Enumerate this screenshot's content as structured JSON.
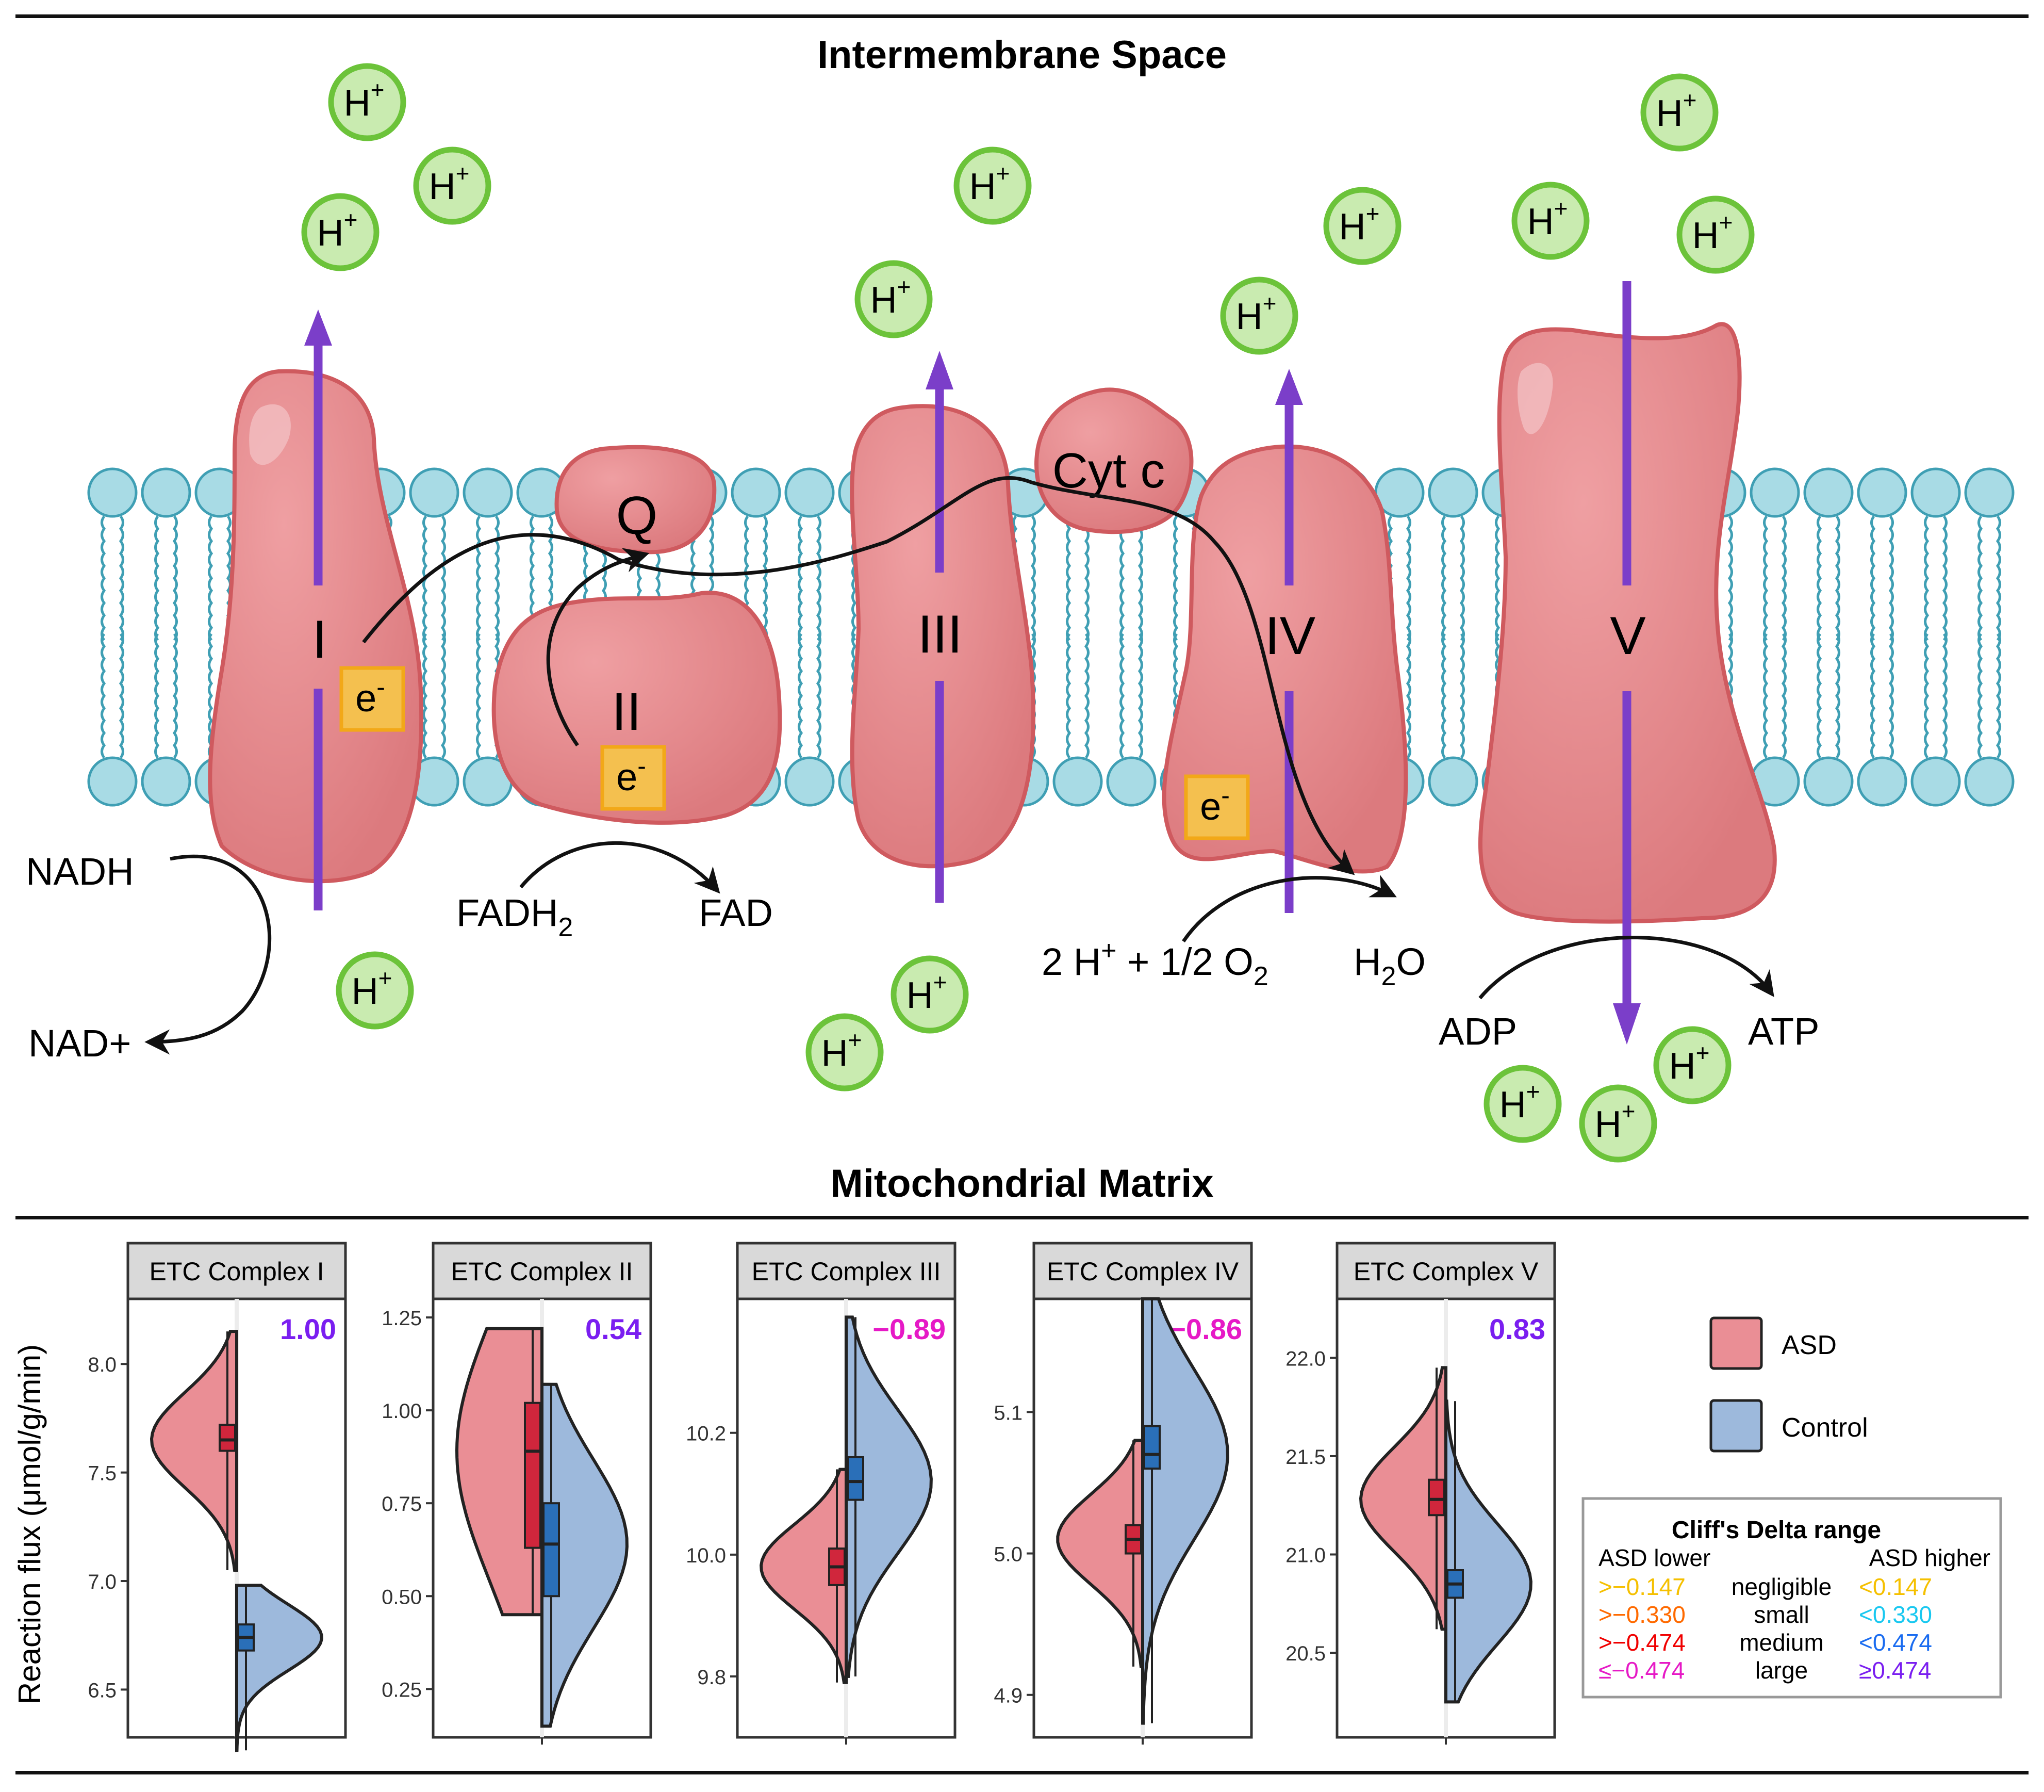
{
  "diagram": {
    "top_title": "Intermembrane Space",
    "bottom_title": "Mitochondrial Matrix",
    "proton_label": {
      "base": "H",
      "sup": "+"
    },
    "electron_label": {
      "base": "e",
      "sup": "-"
    },
    "complexes": [
      {
        "id": "I",
        "label": "I"
      },
      {
        "id": "II",
        "label": "II"
      },
      {
        "id": "III",
        "label": "III"
      },
      {
        "id": "IV",
        "label": "IV"
      },
      {
        "id": "V",
        "label": "V"
      }
    ],
    "q_label": "Q",
    "cytc_label": "Cyt c",
    "reactions": {
      "nadh": "NADH",
      "nad": "NAD+",
      "fadh2": {
        "base": "FADH",
        "sub": "2"
      },
      "fad": "FAD",
      "oxygen": {
        "p1": "2 H",
        "sup": "+",
        "p2": " + 1/2 O",
        "sub": "2"
      },
      "water": {
        "p1": "H",
        "sub": "2",
        "p2": "O"
      },
      "adp": "ADP",
      "atp": "ATP"
    },
    "colors": {
      "protein": "#e08a8d",
      "protein_stroke": "#cf5a5f",
      "lipid_head": "#a8dbe5",
      "lipid_stroke": "#3f9fb4",
      "proton_fill": "#c9ebb0",
      "proton_stroke": "#6cc33a",
      "arrow": "#7b3ec9",
      "electron_fill": "#f4c04f",
      "electron_stroke": "#f2a818"
    }
  },
  "chart_data": [
    {
      "type": "violin",
      "panel": "ETC Complex I",
      "delta": "1.00",
      "delta_color": "#7a1ef0",
      "yticks": [
        "6.5",
        "7.0",
        "7.5",
        "8.0"
      ],
      "ylim": [
        6.28,
        8.3
      ],
      "series": [
        {
          "name": "ASD",
          "median": 7.65,
          "q1": 7.6,
          "q3": 7.72,
          "min": 7.05,
          "max": 8.15
        },
        {
          "name": "Control",
          "median": 6.74,
          "q1": 6.68,
          "q3": 6.8,
          "min": 6.22,
          "max": 6.98
        }
      ]
    },
    {
      "type": "violin",
      "panel": "ETC Complex II",
      "delta": "0.54",
      "delta_color": "#7a1ef0",
      "yticks": [
        "0.25",
        "0.50",
        "0.75",
        "1.00",
        "1.25"
      ],
      "ylim": [
        0.12,
        1.3
      ],
      "series": [
        {
          "name": "ASD",
          "median": 0.89,
          "q1": 0.63,
          "q3": 1.02,
          "min": 0.45,
          "max": 1.22
        },
        {
          "name": "Control",
          "median": 0.64,
          "q1": 0.5,
          "q3": 0.75,
          "min": 0.15,
          "max": 1.07
        }
      ]
    },
    {
      "type": "violin",
      "panel": "ETC Complex III",
      "delta": "−0.89",
      "delta_color": "#e619c6",
      "yticks": [
        "9.8",
        "10.0",
        "10.2"
      ],
      "ylim": [
        9.7,
        10.42
      ],
      "series": [
        {
          "name": "ASD",
          "median": 9.98,
          "q1": 9.95,
          "q3": 10.01,
          "min": 9.79,
          "max": 10.14
        },
        {
          "name": "Control",
          "median": 10.12,
          "q1": 10.09,
          "q3": 10.16,
          "min": 9.8,
          "max": 10.39
        }
      ]
    },
    {
      "type": "violin",
      "panel": "ETC Complex IV",
      "delta": "−0.86",
      "delta_color": "#e619c6",
      "yticks": [
        "4.9",
        "5.0",
        "5.1"
      ],
      "ylim": [
        4.87,
        5.18
      ],
      "series": [
        {
          "name": "ASD",
          "median": 5.01,
          "q1": 5.0,
          "q3": 5.02,
          "min": 4.92,
          "max": 5.08
        },
        {
          "name": "Control",
          "median": 5.07,
          "q1": 5.06,
          "q3": 5.09,
          "min": 4.88,
          "max": 5.18
        }
      ]
    },
    {
      "type": "violin",
      "panel": "ETC Complex V",
      "delta": "0.83",
      "delta_color": "#7a1ef0",
      "yticks": [
        "20.5",
        "21.0",
        "21.5",
        "22.0"
      ],
      "ylim": [
        20.07,
        22.3
      ],
      "series": [
        {
          "name": "ASD",
          "median": 21.28,
          "q1": 21.2,
          "q3": 21.38,
          "min": 20.62,
          "max": 21.95
        },
        {
          "name": "Control",
          "median": 20.85,
          "q1": 20.78,
          "q3": 20.92,
          "min": 20.25,
          "max": 21.78
        }
      ]
    }
  ],
  "chart_common": {
    "ylabel": "Reaction flux (μmol/g/min)",
    "legend": [
      {
        "name": "ASD",
        "color": "#ea8e95"
      },
      {
        "name": "Control",
        "color": "#9db9dc"
      }
    ],
    "cliff": {
      "title": "Cliff's Delta range",
      "lower_header": "ASD lower",
      "higher_header": "ASD higher",
      "rows": [
        {
          "low": ">−0.147",
          "low_color": "#f5c000",
          "label": "negligible",
          "high": "<0.147",
          "high_color": "#f5c000"
        },
        {
          "low": ">−0.330",
          "low_color": "#ff6a00",
          "label": "small",
          "high": "<0.330",
          "high_color": "#19c8f0"
        },
        {
          "low": ">−0.474",
          "low_color": "#f00000",
          "label": "medium",
          "high": "<0.474",
          "high_color": "#1a6cf0"
        },
        {
          "low": "≤−0.474",
          "low_color": "#e619c6",
          "label": "large",
          "high": "≥0.474",
          "high_color": "#7a1ef0"
        }
      ]
    }
  }
}
